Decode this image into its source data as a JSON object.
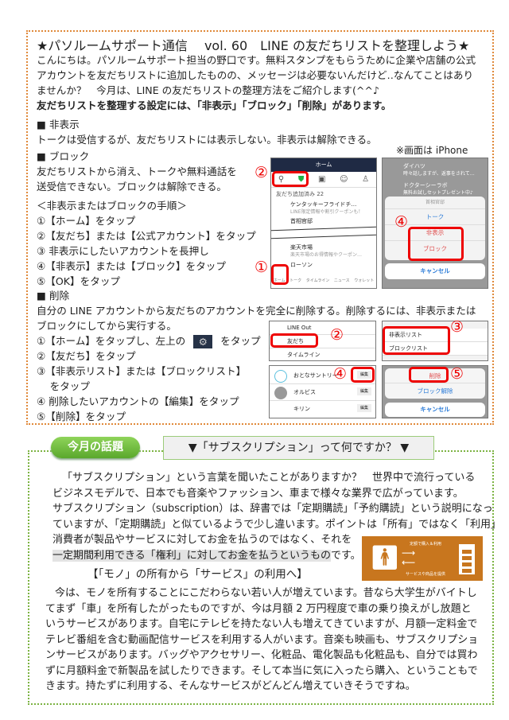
{
  "header": {
    "title": "★パソルームサポート通信　 vol. 60　LINE の友だちリストを整理しよう★"
  },
  "intro": [
    "こんにちは。パソルームサポート担当の野口です。無料スタンプをもらうために企業や店舗の公式",
    "アカウントを友だちリストに追加したものの、メッセージは必要ないんだけど‥なんてことはあり",
    "ませんか？　今月は、LINE の友だちリストの整理方法をご紹介します(^^♪",
    "友だちリストを整理する設定には、「非表示」「ブロック」「削除」があります。"
  ],
  "hide": {
    "heading": "■ 非表示",
    "text": "トークは受信するが、友だちリストには表示しない。非表示は解除できる。"
  },
  "note": "※画面は iPhone",
  "block": {
    "heading": "■ ブロック",
    "lines": [
      "友だちリストから消え、トークや無料通話を",
      "送受信できない。ブロックは解除できる。"
    ],
    "steps_heading": "＜非表示またはブロックの手順＞",
    "steps": [
      "①【ホーム】をタップ",
      "②【友だち】または【公式アカウント】をタップ",
      "③ 非表示にしたいアカウントを長押し",
      "④【非表示】または【ブロック】をタップ",
      "⑤【OK】をタップ"
    ]
  },
  "delete": {
    "heading": "■ 削除",
    "lines": [
      "自分の LINE アカウントから友だちのアカウントを完全に削除する。削除するには、非表示または",
      "ブロックにしてから実行する。"
    ],
    "step1a": "①【ホーム】をタップし、左上の",
    "step1b": "をタップ",
    "steps": [
      "②【友だち】をタップ",
      "③【非表示リスト】または【ブロックリスト】",
      "　 をタップ",
      "④ 削除したいアカウントの【編集】をタップ",
      "⑤【削除】をタップ"
    ]
  },
  "phone_home": {
    "title": "ホーム",
    "count": "友だち追加済み 22",
    "items": [
      {
        "name": "ケンタッキーフライドチ…",
        "sub": "LINE限定情報や割引クーポンも！"
      },
      {
        "name": "首相官邸",
        "sub": ""
      },
      {
        "name": "楽天市場",
        "sub": "楽天市場のお得情報やクーポン…"
      },
      {
        "name": "ローソン",
        "sub": ""
      }
    ],
    "tabs": [
      "ホーム",
      "トーク",
      "タイムライン",
      "ニュース",
      "ウォレット"
    ]
  },
  "phone_menu": {
    "items": [
      {
        "name": "ダイハツ",
        "sub": "時々話しますが、返事をされて…"
      },
      {
        "name": "ドクターシーラボ",
        "sub": "無料お試しセットプレゼント中♪"
      }
    ],
    "sheet_title": "首相官邸",
    "talk": "トーク",
    "hide": "非表示",
    "block": "ブロック",
    "cancel": "キャンセル"
  },
  "phone_settings": {
    "items": [
      "LINE Out",
      "友だち",
      "タイムライン"
    ]
  },
  "phone_lists": {
    "items": [
      "非表示リスト",
      "ブロックリスト"
    ]
  },
  "phone_edit": {
    "items": [
      "おとなサントリー",
      "オルビス",
      "キリン"
    ],
    "edit": "編集"
  },
  "phone_delete": {
    "delete": "削除",
    "unblock": "ブロック解除",
    "cancel": "キャンセル"
  },
  "markers": [
    "①",
    "②",
    "③",
    "④",
    "⑤"
  ],
  "topic": {
    "badge": "今月の話題",
    "title": "▼「サブスクリプション」って何ですか？ ▼",
    "para1": [
      "「サブスクリプション」という言葉を聞いたことがありますか？　世界中で流行っている",
      "ビジネスモデルで、日本でも音楽やファッション、車まで様々な業界で広がっています。",
      "サブスクリプション（subscription）は、辞書では「定期購読」「予約購読」という説明になっ",
      "ていますが、「定期購読」と似ているようで少し違います。ポイントは「所有」ではなく「利用」",
      "消費者が製品やサービスに対してお金を払うのではなく、それを"
    ],
    "highlight": "一定期間利用できる「権利」に対してお金を払うというもの",
    "highlight_tail": "です。",
    "subheading": "【「モノ」の所有から「サービス」の利用へ】",
    "para2": [
      "今は、モノを所有することにこだわらない若い人が増えています。昔なら大学生がバイトし",
      "てまず「車」を所有したがったものですが、今は月額 2 万円程度で車の乗り換えがし放題と",
      "いうサービスがあります。自宅にテレビを持たない人も増えてきていますが、月額一定料金で",
      "テレビ番組を含む動画配信サービスを利用する人がいます。音楽も映画も、サブスクリプショ",
      "ンサービスがあります。バッグやアクセサリー、化粧品、電化製品も化粧品も、自分では買わ",
      "ずに月額料金で新製品を試したりできます。そして本当に気に入ったら購入、ということもで",
      "きます。持たずに利用する、そんなサービスがどんどん増えていきそうですね。"
    ],
    "diagram": {
      "top": "定額で購入＆利用",
      "bottom": "サービスや商品を提供"
    }
  },
  "colors": {
    "orange_border": "#e0893a",
    "green_border": "#7cb342",
    "badge_green": "#6cbf3c",
    "diagram": "#c8761e",
    "marker_red": "#e00000"
  }
}
